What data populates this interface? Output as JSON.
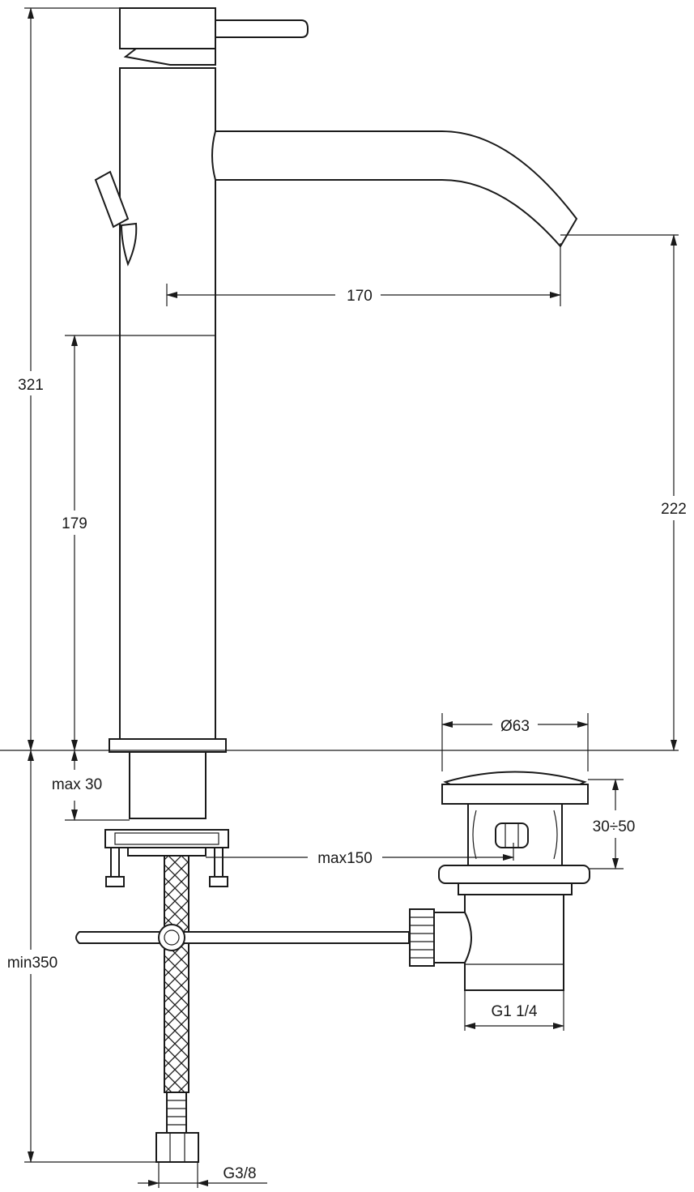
{
  "dimensions": {
    "total_height": "321",
    "spout_projection": "170",
    "spout_height": "222",
    "lever_height": "179",
    "max_deck_thickness": "max 30",
    "min_supply_length": "min350",
    "max_flex_hose": "max150",
    "waste_diameter": "Ø63",
    "waste_adjust": "30÷50",
    "waste_thread": "G1 1/4",
    "supply_thread": "G3/8"
  },
  "colors": {
    "line": "#1a1a1a",
    "background": "#ffffff"
  }
}
